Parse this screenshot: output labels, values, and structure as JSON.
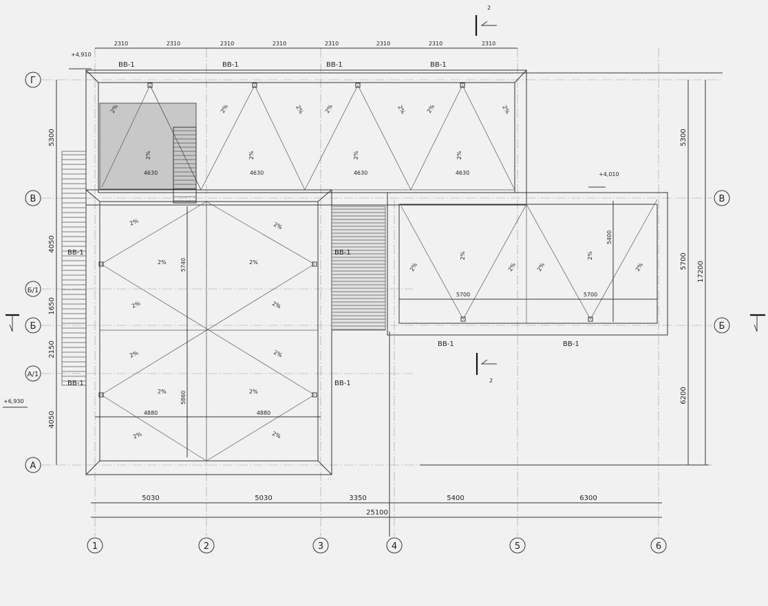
{
  "drawing": {
    "axes_columns": [
      "1",
      "2",
      "3",
      "4",
      "5",
      "6"
    ],
    "axes_rows": [
      "Г",
      "В",
      "Б/1",
      "Б",
      "А/1",
      "А"
    ],
    "axes_rows_right": [
      "В",
      "Б"
    ],
    "top_dimensions": [
      "2310",
      "2310",
      "2310",
      "2310",
      "2310",
      "2310",
      "2310",
      "2310"
    ],
    "left_dimensions": [
      "5300",
      "4050",
      "1650",
      "2150",
      "4050"
    ],
    "right_dimensions": [
      "5300",
      "5700",
      "6200"
    ],
    "right_total": "17200",
    "bottom_dimensions": [
      "5030",
      "5030",
      "3350",
      "5400",
      "6300"
    ],
    "bottom_total": "25100",
    "inner_dimensions": {
      "top_block": [
        "4630",
        "4630",
        "4630",
        "4630"
      ],
      "main_vertical_upper": "5740",
      "main_vertical_lower": "5860",
      "main_horizontal": [
        "4880",
        "4880"
      ],
      "right_horizontal": [
        "5700",
        "5700"
      ],
      "right_vertical": "5400"
    },
    "levels": [
      "+4,910",
      "+4,010",
      "+6,930"
    ],
    "section_mark": "2",
    "drain_label": "ВВ-1",
    "slope_label": "2%"
  }
}
